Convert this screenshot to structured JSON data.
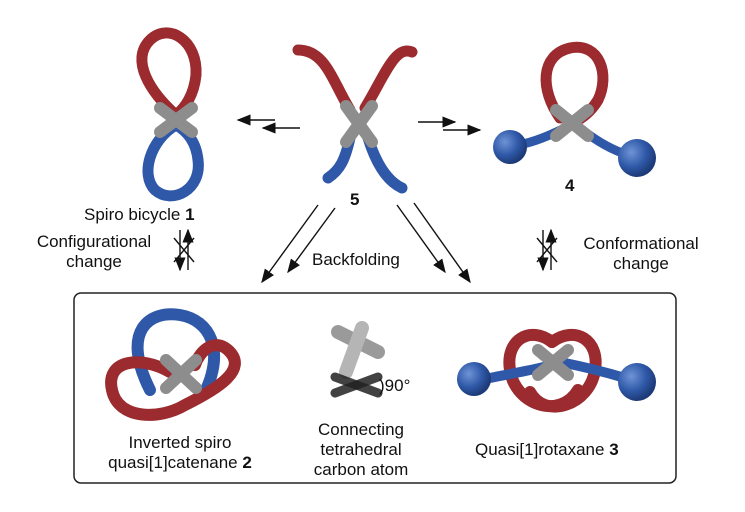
{
  "structures": {
    "spiro_bicycle": {
      "name": "Spiro bicycle",
      "number": "1"
    },
    "spiro_catenane": {
      "name_line1": "Inverted spiro",
      "name_line2": "quasi[1]catenane",
      "number": "2"
    },
    "rotaxane": {
      "name": "Quasi[1]rotaxane",
      "number": "3"
    },
    "conformer": {
      "number": "4"
    },
    "parent": {
      "number": "5"
    }
  },
  "process_labels": {
    "configurational_line1": "Configurational",
    "configurational_line2": "change",
    "conformational_line1": "Conformational",
    "conformational_line2": "change",
    "backfolding": "Backfolding"
  },
  "center_note": {
    "angle": ")90°",
    "line1": "Connecting",
    "line2": "tetrahedral",
    "line3": "carbon atom"
  },
  "colors": {
    "red_strand": "#9b2b2e",
    "blue_strand": "#2f59a8",
    "connector_grey": "#8d8d8d",
    "box_border": "#222222"
  }
}
